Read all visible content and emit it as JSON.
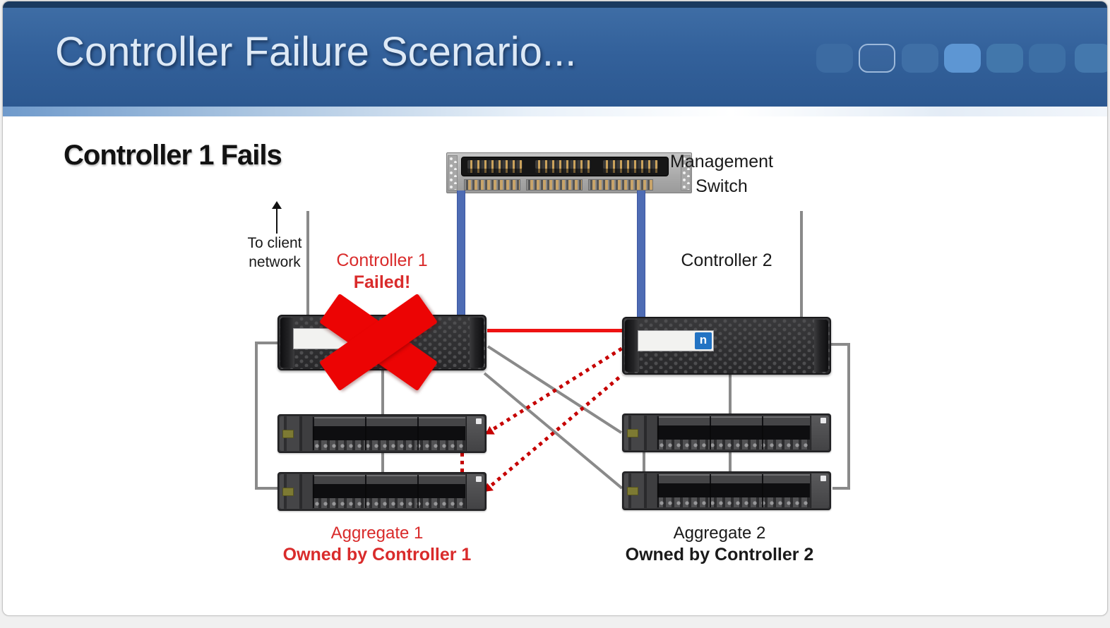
{
  "slide": {
    "header": {
      "title": "Controller Failure Scenario...",
      "tab_colors": [
        "#3c6ba2",
        "outlined",
        "#3f6fa6",
        "#5d96d3",
        "#4277ab",
        "#3d6fa5",
        "#4478ad"
      ]
    },
    "heading": "Controller 1 Fails",
    "management_switch": {
      "label": "Management Switch"
    },
    "client_network": {
      "label": "To client network"
    },
    "controller_1": {
      "name": "Controller 1",
      "status": "Failed!"
    },
    "controller_2": {
      "name": "Controller 2"
    },
    "aggregate_1": {
      "name": "Aggregate 1",
      "owner": "Owned by Controller 1"
    },
    "aggregate_2": {
      "name": "Aggregate 2",
      "owner": "Owned by Controller 2"
    },
    "brand": {
      "logo_letter": "n"
    },
    "theme": {
      "header_blue": "#33619b",
      "header_top_strip": "#1a3a5f",
      "cable_blue": "#4e6cb4",
      "line_gray": "#8a8a8a",
      "failure_red": "#ec0404",
      "interconnect_red": "#ee1212",
      "takeover_red_dotted": "#c60000",
      "text_red": "#d92b2b",
      "text_black": "#1a1a1a"
    }
  }
}
